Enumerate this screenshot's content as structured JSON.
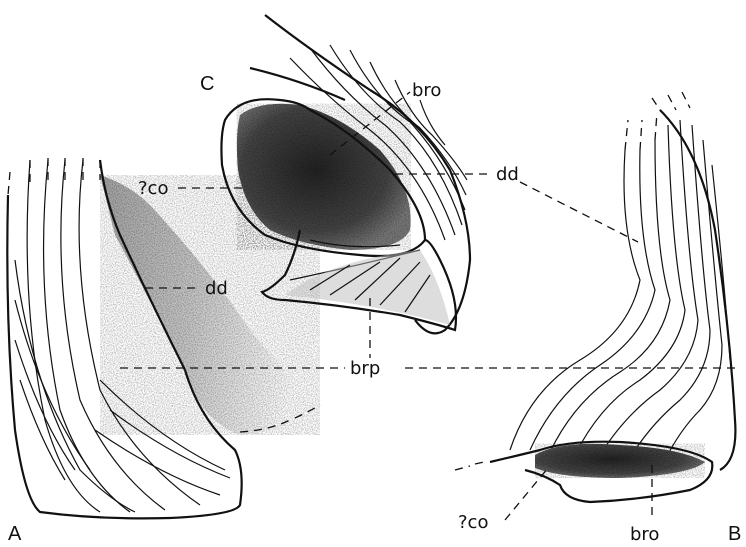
{
  "panels": {
    "a": "A",
    "b": "B",
    "c": "C"
  },
  "labels": {
    "bro_top": "bro",
    "dd_right": "dd",
    "co_left": "?co",
    "dd_left": "dd",
    "brp": "brp",
    "co_bottom": "?co",
    "bro_bottom": "bro"
  }
}
